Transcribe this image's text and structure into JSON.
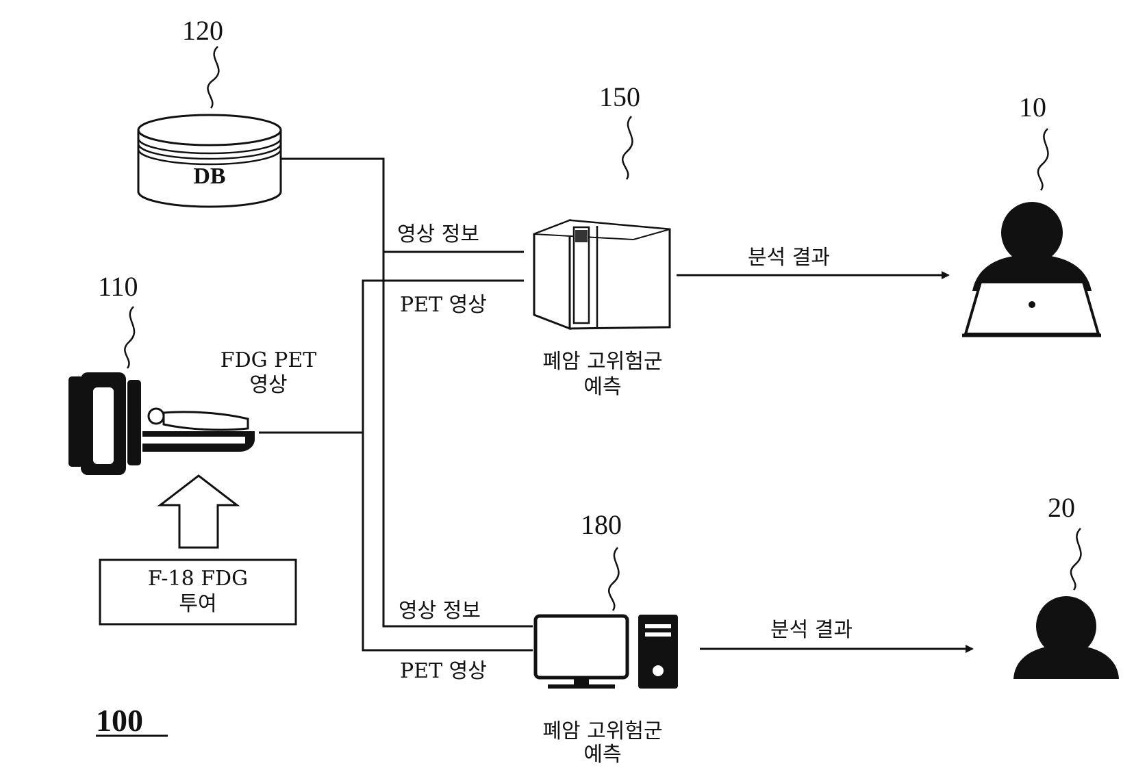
{
  "refs": {
    "db": "120",
    "server": "150",
    "user1": "10",
    "scanner": "110",
    "pc": "180",
    "user2": "20",
    "system": "100"
  },
  "labels": {
    "db": "DB",
    "image_info_top": "영상 정보",
    "pet_image_top": "PET 영상",
    "analysis_result_top": "분석 결과",
    "server_caption_line1": "폐암 고위험군",
    "server_caption_line2": "예측",
    "scanner_output_line1": "FDG PET",
    "scanner_output_line2": "영상",
    "injection_line1": "F-18 FDG",
    "injection_line2": "투여",
    "image_info_bottom": "영상 정보",
    "pet_image_bottom": "PET 영상",
    "analysis_result_bottom": "분석 결과",
    "pc_caption_line1": "폐암 고위험군",
    "pc_caption_line2": "예측"
  }
}
